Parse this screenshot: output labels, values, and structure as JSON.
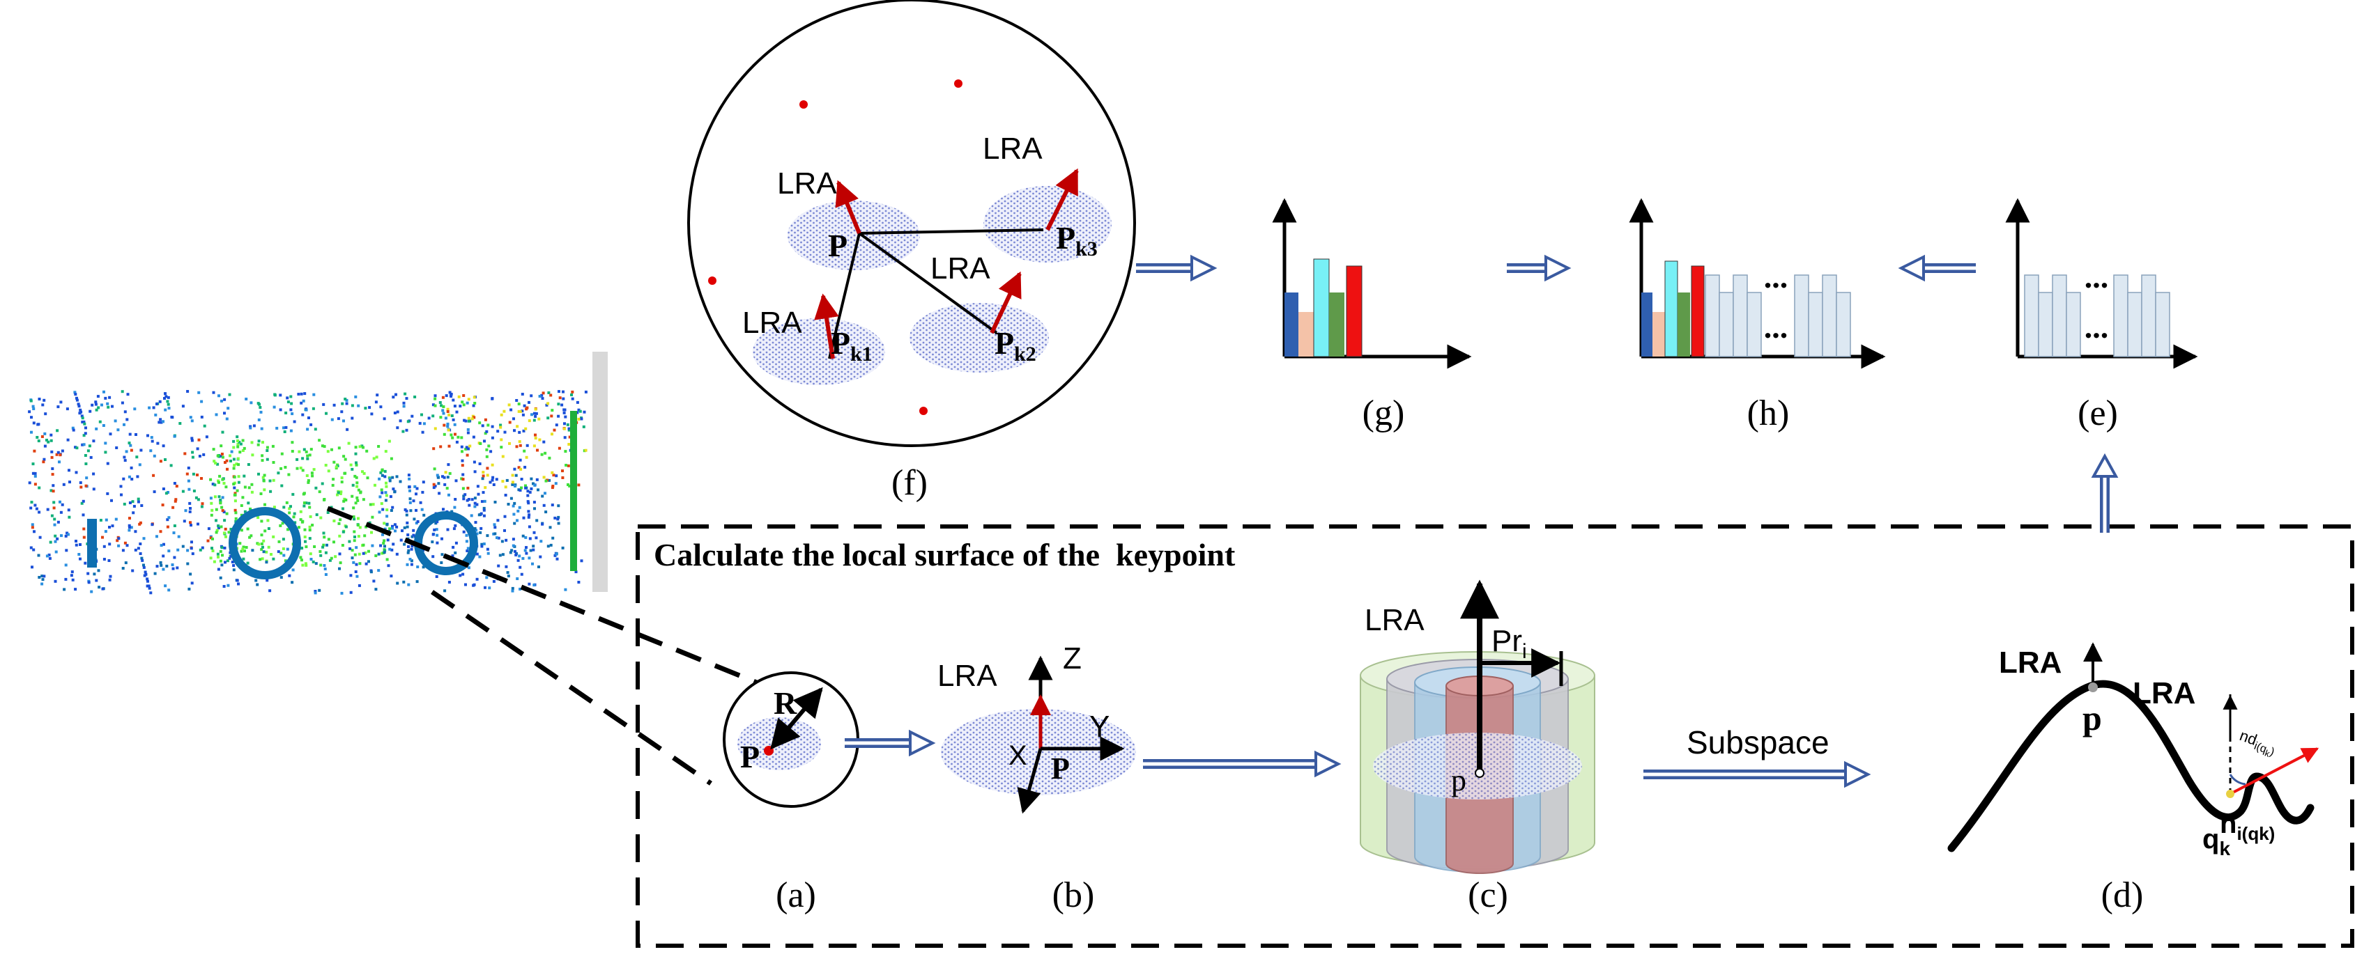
{
  "colors": {
    "ink": "#000000",
    "lra_arrow": "#c00000",
    "point_red": "#e00000",
    "patch_blue": "#8a96d8",
    "hollow_arrow": "#3a5aa0",
    "bar_blue": "#2f5fb0",
    "bar_peach": "#f4c2a8",
    "bar_cyan": "#78f0f6",
    "bar_green": "#5f9a4a",
    "bar_red": "#ee1111",
    "bar_pale": "#dde8f2",
    "cyl_green": "#d8edc4",
    "cyl_gray": "#c6c6cc",
    "cyl_blue": "#a8c8e4",
    "cyl_red": "#c88080"
  },
  "header": {
    "title": "Calculate the local surface of the  keypoint"
  },
  "panels": {
    "f": {
      "label": "(f)",
      "lra": "LRA",
      "p": "P",
      "pk1": "P",
      "pk1_sub": "k1",
      "pk2": "P",
      "pk2_sub": "k2",
      "pk3": "P",
      "pk3_sub": "k3"
    },
    "g": {
      "label": "(g)"
    },
    "h": {
      "label": "(h)",
      "dots": "..."
    },
    "e": {
      "label": "(e)",
      "dots": "..."
    },
    "a": {
      "label": "(a)",
      "r": "R",
      "p": "P"
    },
    "b": {
      "label": "(b)",
      "lra": "LRA",
      "z": "Z",
      "y": "Y",
      "x": "X",
      "p": "P"
    },
    "c": {
      "label": "(c)",
      "lra": "LRA",
      "pr": "Pr",
      "pr_sub": "i",
      "p": "p"
    },
    "d": {
      "label": "(d)",
      "lra1": "LRA",
      "lra2": "LRA",
      "p": "p",
      "q": "q",
      "q_sub": "k",
      "n": "n",
      "n_sub": "i(qk)",
      "nd": "nd",
      "nd_sub": "i(q",
      "nd_subsub": "k",
      "nd_close": ")"
    }
  },
  "arrows": {
    "subspace": "Subspace"
  }
}
